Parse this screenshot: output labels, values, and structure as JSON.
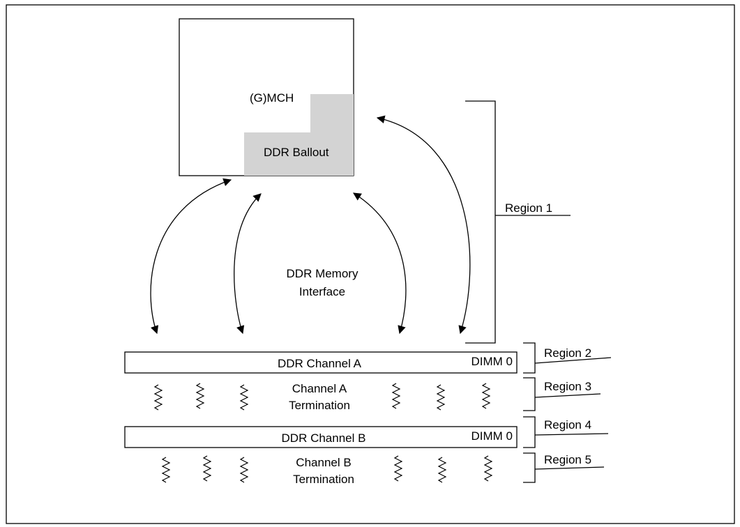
{
  "chip": {
    "label": "(G)MCH",
    "ballout_label": "DDR Ballout",
    "ballout_color": "#d3d3d3"
  },
  "interface_label": [
    "DDR Memory",
    "Interface"
  ],
  "channel_a": {
    "label": "DDR Channel A",
    "dimm": "DIMM 0",
    "termination": [
      "Channel A",
      "Termination"
    ]
  },
  "channel_b": {
    "label": "DDR Channel B",
    "dimm": "DIMM 0",
    "termination": [
      "Channel B",
      "Termination"
    ]
  },
  "regions": [
    "Region 1",
    "Region 2",
    "Region 3",
    "Region 4",
    "Region 5"
  ]
}
